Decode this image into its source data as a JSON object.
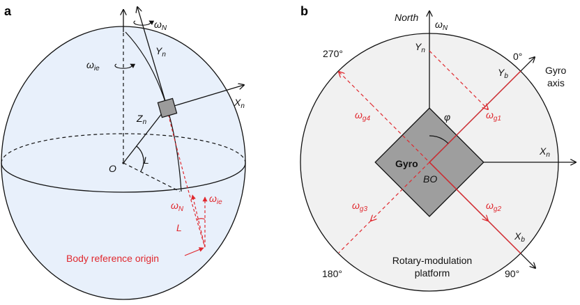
{
  "colors": {
    "sphere_fill": "#e8f0fb",
    "platform_fill": "#f1f1f1",
    "gyro_fill": "#9e9e9e",
    "box_fill": "#9b9b9b",
    "red": "#e0282e",
    "line": "#111111"
  },
  "panel_a": {
    "tag": "a",
    "omega_ie": {
      "sym": "ω",
      "sub": "ie"
    },
    "omega_n": {
      "sym": "ω",
      "sub": "N"
    },
    "y_n": {
      "sym": "Y",
      "sub": "n"
    },
    "x_n": {
      "sym": "X",
      "sub": "n"
    },
    "z_n": {
      "sym": "Z",
      "sub": "n"
    },
    "origin": "O",
    "latitude": "L",
    "red_omega_n": {
      "sym": "ω",
      "sub": "N"
    },
    "red_omega_ie": {
      "sym": "ω",
      "sub": "ie"
    },
    "red_l": "L",
    "body_ref": "Body reference origin"
  },
  "panel_b": {
    "tag": "b",
    "north": "North",
    "omega_n": {
      "sym": "ω",
      "sub": "N"
    },
    "y_n": {
      "sym": "Y",
      "sub": "n"
    },
    "y_b": {
      "sym": "Y",
      "sub": "b"
    },
    "x_n": {
      "sym": "X",
      "sub": "n"
    },
    "x_b": {
      "sym": "X",
      "sub": "b"
    },
    "deg_0": "0°",
    "deg_90": "90°",
    "deg_180": "180°",
    "deg_270": "270°",
    "gyro_axis_1": "Gyro",
    "gyro_axis_2": "axis",
    "phi": "φ",
    "gyro": "Gyro",
    "bo": "BO",
    "wg1": {
      "sym": "ω",
      "sub": "g1"
    },
    "wg2": {
      "sym": "ω",
      "sub": "g2"
    },
    "wg3": {
      "sym": "ω",
      "sub": "g3"
    },
    "wg4": {
      "sym": "ω",
      "sub": "g4"
    },
    "platform_1": "Rotary-modulation",
    "platform_2": "platform"
  }
}
